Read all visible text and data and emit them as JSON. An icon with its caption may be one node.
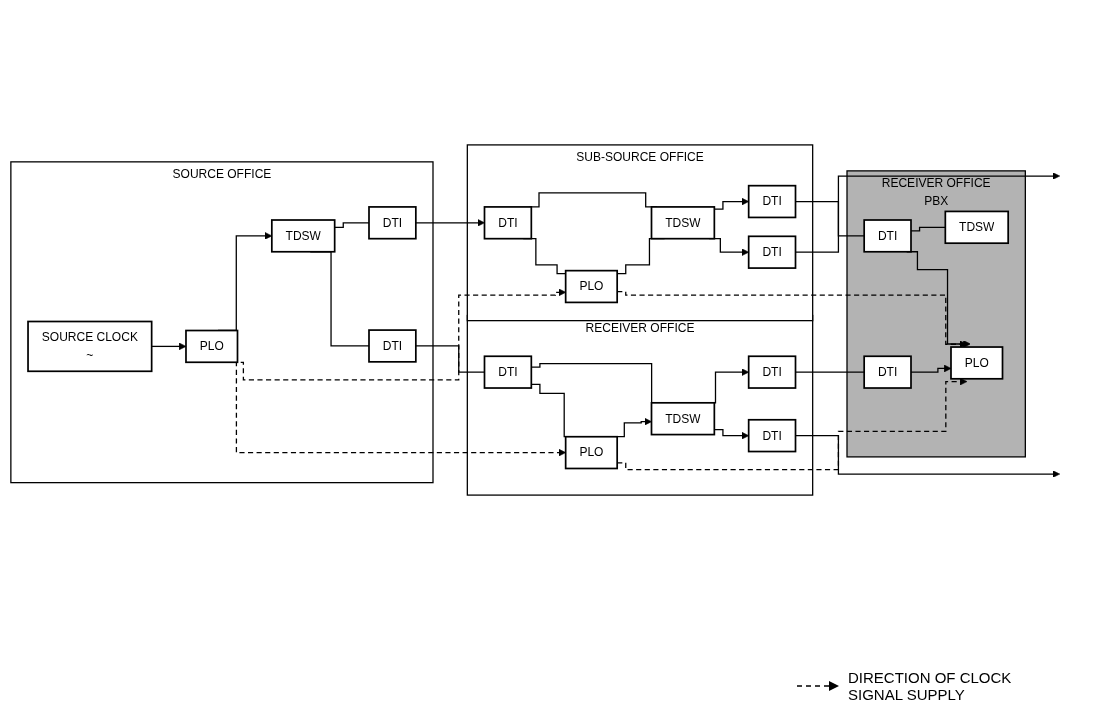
{
  "diagram": {
    "nodes": [
      {
        "text": [
          "SOURCE OFFICE"
        ]
      },
      {
        "text": [
          "TDSW"
        ],
        "in": 0
      },
      {
        "text": [
          "DTI"
        ],
        "in": 0
      },
      {
        "text": [
          "DTI"
        ],
        "in": 0
      },
      {
        "text": [
          "SOURCE CLOCK",
          "~"
        ],
        "in": 0
      },
      {
        "text": [
          "PLO"
        ],
        "in": 0
      },
      {
        "text": [
          "SUB-SOURCE OFFICE"
        ]
      },
      {
        "text": [
          "DTI"
        ],
        "in": 6
      },
      {
        "text": [
          "TDSW"
        ],
        "in": 6
      },
      {
        "text": [
          "DTI"
        ],
        "in": 6
      },
      {
        "text": [
          "DTI"
        ],
        "in": 6
      },
      {
        "text": [
          "PLO"
        ],
        "in": 6
      },
      {
        "text": [
          "RECEIVER OFFICE"
        ],
        "beside": [
          "PBX"
        ]
      },
      {
        "text": [
          "DTI"
        ],
        "in": 12
      },
      {
        "text": [
          "TDSW"
        ],
        "in": 12
      },
      {
        "text": [
          "DTI"
        ],
        "in": 12
      },
      {
        "text": [
          "PLO"
        ],
        "in": 12
      },
      {
        "text": [
          "RECEIVER OFFICE"
        ]
      },
      {
        "text": [
          "DTI"
        ],
        "in": 17
      },
      {
        "text": [
          "TDSW"
        ],
        "in": 17
      },
      {
        "text": [
          "DTI"
        ],
        "in": 17
      },
      {
        "text": [
          "DTI"
        ],
        "in": 17
      },
      {
        "text": [
          "PLO"
        ],
        "in": 17
      }
    ],
    "edges": [
      {
        "from": 1,
        "to": 2,
        "arrow": "none"
      },
      {
        "from": 1,
        "to": 3,
        "arrow": "none"
      },
      {
        "from": 4,
        "to": 5,
        "arrow": "to"
      },
      {
        "from": 5,
        "to": 1,
        "arrow": "to"
      },
      {
        "from": 2,
        "to": 7,
        "arrow": "to"
      },
      {
        "from": 3,
        "to": 18,
        "arrow": "none"
      },
      {
        "from": 7,
        "to": 8,
        "arrow": "none"
      },
      {
        "from": 8,
        "to": 9,
        "arrow": "to"
      },
      {
        "from": 8,
        "to": 10,
        "arrow": "to"
      },
      {
        "from": 10,
        "to": null,
        "arrow": "to"
      },
      {
        "from": 7,
        "to": 11,
        "arrow": "none"
      },
      {
        "from": 11,
        "to": 8,
        "arrow": "none"
      },
      {
        "from": 9,
        "to": 13,
        "arrow": "none"
      },
      {
        "from": 13,
        "to": 14,
        "arrow": "none"
      },
      {
        "from": 13,
        "to": 16,
        "arrow": "to"
      },
      {
        "from": 15,
        "to": 16,
        "arrow": "to"
      },
      {
        "from": 20,
        "to": 15,
        "arrow": "none"
      },
      {
        "from": 18,
        "to": 19,
        "arrow": "none"
      },
      {
        "from": 19,
        "to": 20,
        "arrow": "to"
      },
      {
        "from": 19,
        "to": 21,
        "arrow": "to"
      },
      {
        "from": 21,
        "to": null,
        "arrow": "to"
      },
      {
        "from": 18,
        "to": 22,
        "arrow": "none"
      },
      {
        "from": 22,
        "to": 19,
        "arrow": "to"
      },
      {
        "from": 5,
        "to": 11,
        "arrow": "to",
        "style": "dashed"
      },
      {
        "from": 5,
        "to": 22,
        "arrow": "to",
        "style": "dashed"
      },
      {
        "from": 11,
        "to": 16,
        "arrow": "to",
        "style": "dashed"
      },
      {
        "from": 22,
        "to": 16,
        "arrow": "to",
        "style": "dashed"
      }
    ],
    "legend": [
      {
        "text": "DIRECTION OF CLOCK SIGNAL SUPPLY"
      }
    ]
  }
}
